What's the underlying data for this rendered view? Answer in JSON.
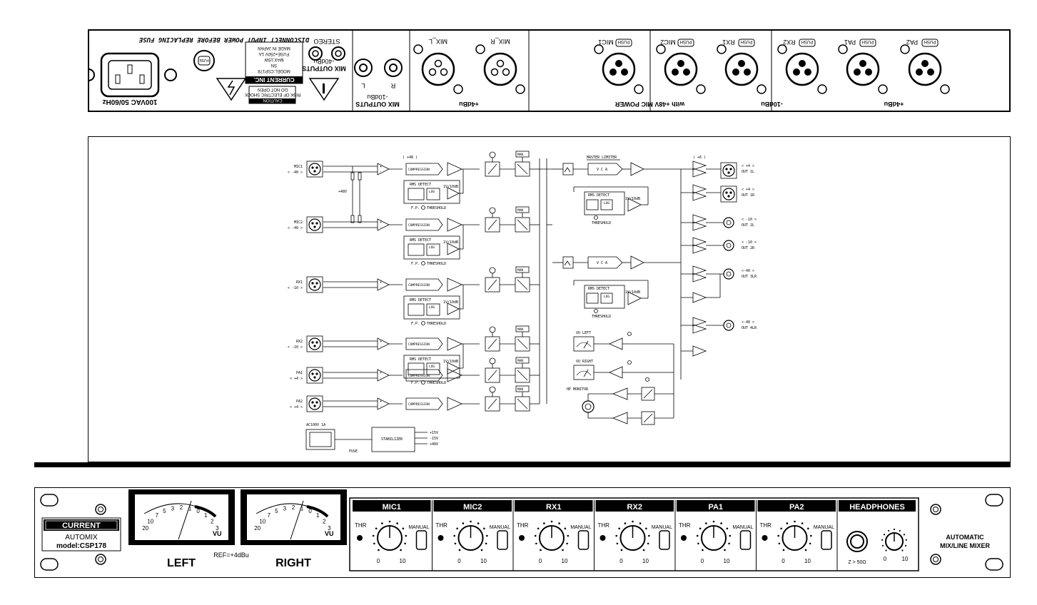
{
  "rear_panel": {
    "top_note": "DISCONNECT INPUT POWER BEFORE REPLACING FUSE",
    "power_label": "100VAC 50/60Hz",
    "fuse_label": "FUSE",
    "warning": {
      "caution": "CAUTION",
      "risk": "RISK OF ELECTRIC SHOCK",
      "do_not_open": "DO NOT OPEN"
    },
    "nameplate": {
      "maker": "CURRENT INC.",
      "model": "MODEL:CSP178",
      "sn": "SN",
      "max": "MAX:15W",
      "fuse": "FUSE=250V 1A",
      "made_in": "MADE IN JAPAN"
    },
    "mix_outputs_stereo": {
      "title": "MIX OUTPUTS",
      "level": "-40dBu",
      "stereo": "STEREO"
    },
    "mix_outputs_rca": {
      "title": "MIX OUTPUTS",
      "level": "-10dBu",
      "left": "L",
      "right": "R"
    },
    "xlr_out_group": {
      "level": "+4dBu",
      "left": "MIX_L",
      "right": "MIX_R"
    },
    "xlr_groups": [
      {
        "level": "with +48V MIC POWER",
        "a": "MIC1",
        "b": "MIC2"
      },
      {
        "level": "-10dBu",
        "a": "RX1",
        "b": "RX2"
      },
      {
        "level": "+4dBu",
        "a": "PA1",
        "b": "PA2"
      }
    ],
    "push_label": "PUSH"
  },
  "diagram": {
    "inputs": [
      {
        "name": "MIC1",
        "level": "< -40 >"
      },
      {
        "name": "MIC2",
        "level": "< -40 >"
      },
      {
        "name": "RX1",
        "level": "< -10 >"
      },
      {
        "name": "RX2",
        "level": "< -10 >"
      },
      {
        "name": "PA1",
        "level": "< +4 >"
      },
      {
        "name": "PA2",
        "level": "< +4 >"
      }
    ],
    "phantom": "+48V",
    "compression": "COMPRESSION",
    "rms_detect": "RMS DETECT",
    "log": "LOG",
    "scale": "1V/10dB",
    "threshold": "THRESHOLD",
    "fp": "F.P.",
    "man": "MAN",
    "plus48": "( +48 )",
    "master_limiter": "MASTER LIMITER",
    "vca": "V C A",
    "plus6": "( +6 )",
    "outputs": [
      {
        "level": "< +4 >",
        "name": "OUT 1L"
      },
      {
        "level": "< +4 >",
        "name": "OUT 1R"
      },
      {
        "level": "< -10 >",
        "name": "OUT 2L"
      },
      {
        "level": "< -10 >",
        "name": "OUT 2R"
      },
      {
        "level": "<-40 >",
        "name": "OUT 3LR"
      },
      {
        "level": "<-40 >",
        "name": "OUT 4LR"
      }
    ],
    "vu_left": "VU LEFT",
    "vu_right": "VU RIGHT",
    "hp_monitor": "HP MONITOR",
    "ac_in": "AC100V 1A",
    "fuse": "FUSE",
    "stabilizer": "STABILIZER",
    "rails": [
      "+15V",
      "-15V",
      "+48V"
    ]
  },
  "front_panel": {
    "brand": "CURRENT",
    "product": "AUTOMIX",
    "model": "model:CSP178",
    "meter_scale": [
      "20",
      "10",
      "7",
      "5",
      "3",
      "2",
      "1",
      "0",
      "1",
      "2",
      "3"
    ],
    "meter_vu": "VU",
    "left": "LEFT",
    "right": "RIGHT",
    "ref": "REF=+4dBu",
    "channels": [
      "MIC1",
      "MIC2",
      "RX1",
      "RX2",
      "PA1",
      "PA2"
    ],
    "thr": "THR",
    "manual": "MANUAL",
    "knob_min": "0",
    "knob_max": "10",
    "headphones": "HEADPHONES",
    "impedance": "Z > 50Ω",
    "title_line1": "AUTOMATIC",
    "title_line2": "MIX/LINE MIXER"
  }
}
